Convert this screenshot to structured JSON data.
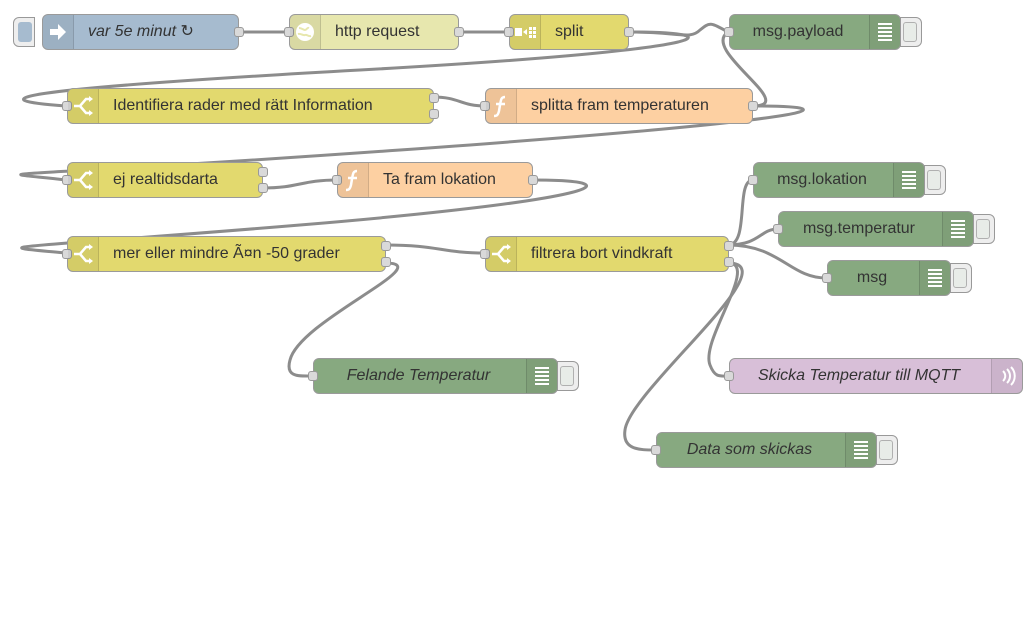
{
  "flow": {
    "colors": {
      "wire": "#8c8c8c",
      "inject": "#a6bbcf",
      "http": "#e7e7ae",
      "switch": "#e2d96e",
      "function": "#fdd0a2",
      "debug": "#87a980",
      "mqtt": "#d8bfd8"
    },
    "nodes": {
      "inject": {
        "label": "var 5e minut ↻",
        "icon": "arrow-in-icon"
      },
      "http_request": {
        "label": "http request",
        "icon": "globe-icon"
      },
      "split": {
        "label": "split",
        "icon": "split-icon"
      },
      "debug_payload": {
        "label": "msg.payload",
        "icon": "debug-icon"
      },
      "switch_identifiera": {
        "label": "Identifiera rader med rätt Information",
        "icon": "switch-icon"
      },
      "function_splitta": {
        "label": "splitta fram temperaturen",
        "icon": "function-icon"
      },
      "switch_realtid": {
        "label": "ej realtidsdarta",
        "icon": "switch-icon"
      },
      "function_lokation": {
        "label": "Ta fram lokation",
        "icon": "function-icon"
      },
      "switch_grader": {
        "label": "mer eller mindre Ã¤n -50 grader",
        "icon": "switch-icon"
      },
      "switch_vindkraft": {
        "label": "filtrera bort vindkraft",
        "icon": "switch-icon"
      },
      "debug_lokation": {
        "label": "msg.lokation",
        "icon": "debug-icon"
      },
      "debug_temperatur": {
        "label": "msg.temperatur",
        "icon": "debug-icon"
      },
      "debug_msg": {
        "label": "msg",
        "icon": "debug-icon"
      },
      "debug_felande": {
        "label": "Felande Temperatur",
        "icon": "debug-icon"
      },
      "mqtt_out": {
        "label": "Skicka Temperatur till MQTT",
        "icon": "mqtt-icon"
      },
      "debug_data": {
        "label": "Data som skickas",
        "icon": "debug-icon"
      }
    }
  }
}
